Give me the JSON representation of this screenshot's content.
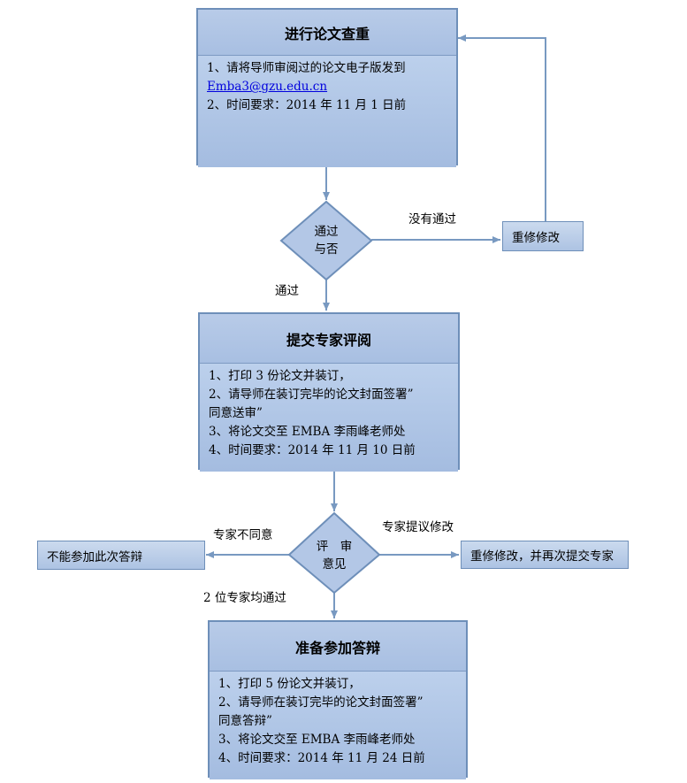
{
  "box1": {
    "title": "进行论文查重",
    "lines": [
      "1、请将导师审阅过的论文电子版发到"
    ],
    "email": "Emba3@gzu.edu.cn",
    "lines2": [
      "2、时间要求：2014 年 11 月 1 日前"
    ]
  },
  "diamond1": {
    "line1": "通过",
    "line2": "与否"
  },
  "label_not_passed": "没有通过",
  "retry_box": "重修修改",
  "label_passed": "通过",
  "box2": {
    "title": "提交专家评阅",
    "lines": [
      "1、打印 3 份论文并装订，",
      "2、请导师在装订完毕的论文封面签署”",
      "同意送审”",
      "3、将论文交至 EMBA 李雨峰老师处",
      "4、时间要求：2014 年 11 月 10 日前"
    ]
  },
  "diamond2": {
    "line1": "评　审",
    "line2": "意见"
  },
  "label_disagree": "专家不同意",
  "cannot_box": "不能参加此次答辩",
  "label_suggest": "专家提议修改",
  "resubmit_box": "重修修改，并再次提交专家",
  "label_both_pass": "2 位专家均通过",
  "box3": {
    "title": "准备参加答辩",
    "lines": [
      "1、打印 5 份论文并装订，",
      "2、请导师在装订完毕的论文封面签署”",
      "同意答辩”",
      "3、将论文交至 EMBA 李雨峰老师处",
      "4、时间要求：2014 年 11 月 24 日前"
    ]
  }
}
